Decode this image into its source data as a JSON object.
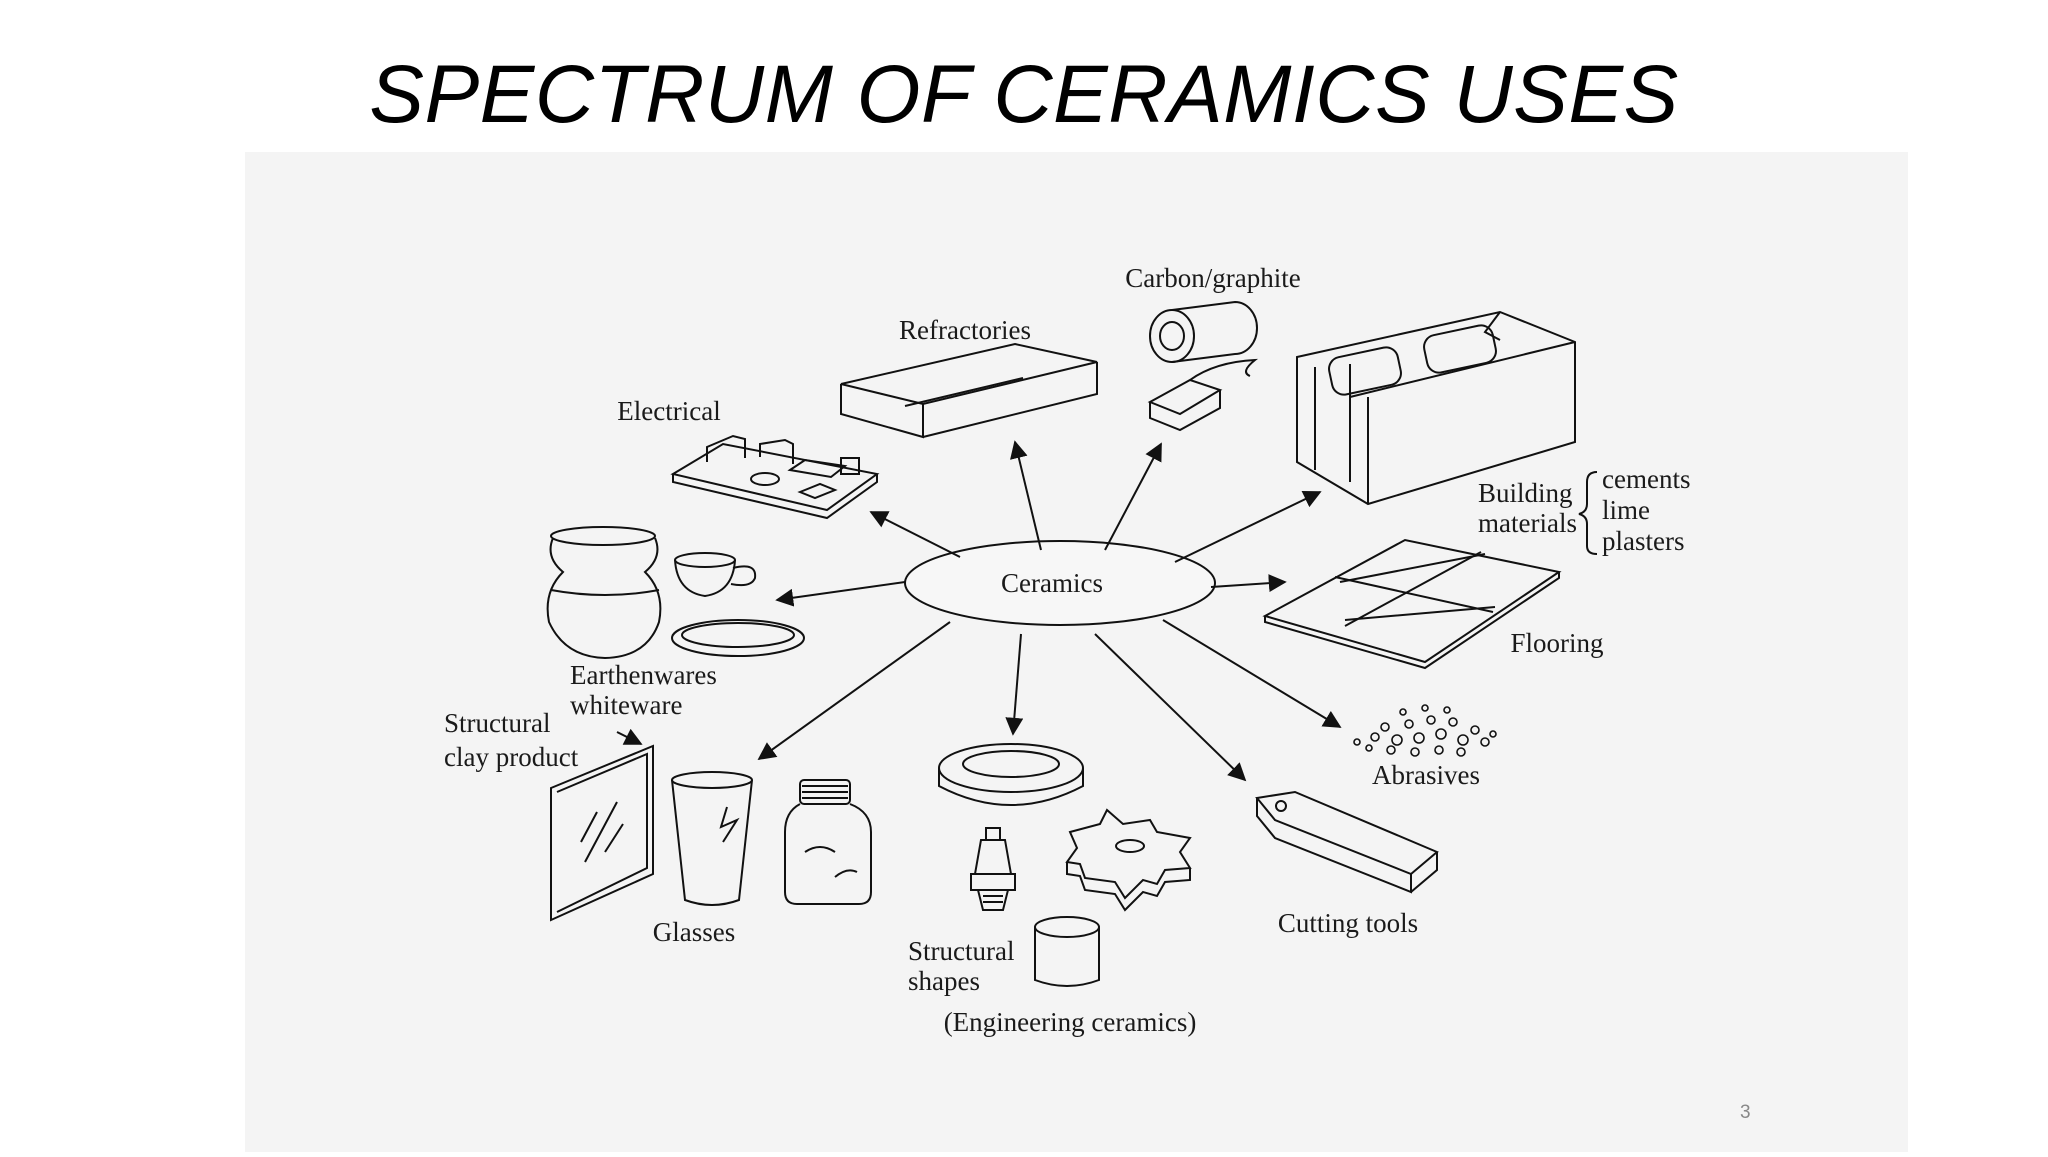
{
  "slide": {
    "title": "SPECTRUM OF CERAMICS USES",
    "page_number": "3"
  },
  "diagram": {
    "center": "Ceramics",
    "labels": {
      "carbon": "Carbon/graphite",
      "refractories": "Refractories",
      "electrical": "Electrical",
      "building_1": "Building",
      "building_2": "materials",
      "building_items": [
        "cements",
        "lime",
        "plasters"
      ],
      "flooring": "Flooring",
      "earthenwares_1": "Earthenwares",
      "earthenwares_2": "whiteware",
      "structural_clay_1": "Structural",
      "structural_clay_2": "clay product",
      "abrasives": "Abrasives",
      "glasses": "Glasses",
      "structural_shapes_1": "Structural",
      "structural_shapes_2": "shapes",
      "engineering": "(Engineering ceramics)",
      "cutting_tools": "Cutting tools"
    }
  }
}
